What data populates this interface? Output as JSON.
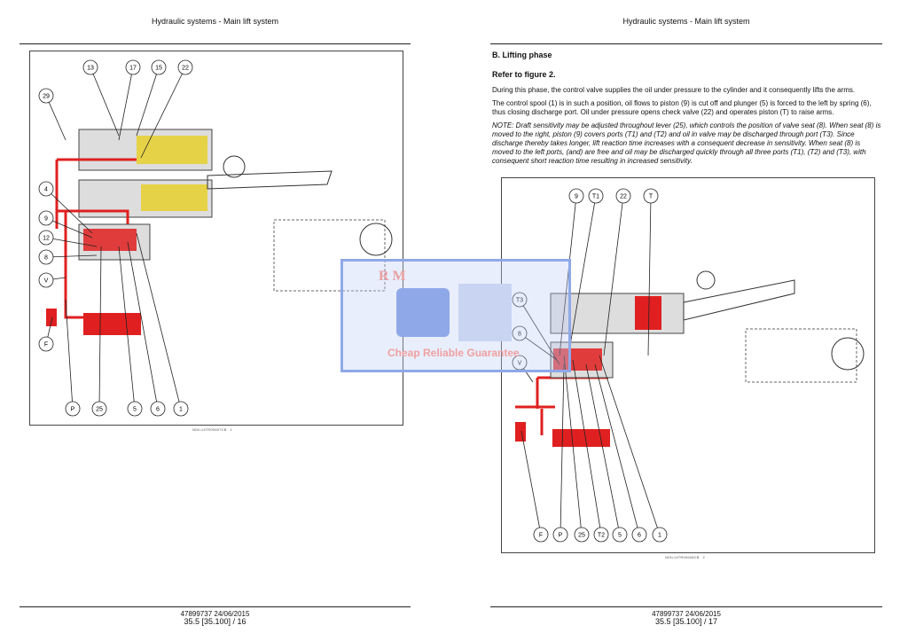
{
  "left_page": {
    "header": "Hydraulic systems - Main lift system",
    "figure_callouts": [
      "13",
      "17",
      "15",
      "22",
      "29",
      "4",
      "9",
      "12",
      "8",
      "V",
      "F",
      "P",
      "25",
      "5",
      "6",
      "1"
    ],
    "figure_caption": "NDIL14TR00607CB",
    "figure_number": "1",
    "footer_doc": "47899737 24/06/2015",
    "footer_page": "35.5 [35.100] / 16"
  },
  "right_page": {
    "header": "Hydraulic systems - Main lift system",
    "section_title": "B. Lifting phase",
    "subtitle": "Refer to figure 2.",
    "para1": "During this phase, the control valve supplies the oil under pressure to the cylinder and it consequently lifts the arms.",
    "para2": "The control spool (1) is in such a position, oil flows to piston (9) is cut off and plunger (5) is forced to the left by spring (6), thus closing discharge port. Oil under pressure opens check valve (22) and operates piston (T) to raise arms.",
    "note": "NOTE: Draft sensitivity may be adjusted throughout lever (25), which controls the position of valve seat (8). When seat (8) is moved to the right, piston (9) covers ports (T1) and (T2) and oil in valve may be discharged through port (T3). Since discharge thereby takes longer, lift reaction time increases with a consequent decrease in sensitivity. When seat (8) is moved to the left ports, (and) are free and oil may be discharged quickly through all three ports (T1), (T2) and (T3), with consequent short reaction time resulting in increased sensitivity.",
    "figure_callouts_top": [
      "9",
      "T1",
      "22",
      "T"
    ],
    "figure_callouts_left": [
      "T3",
      "8",
      "V"
    ],
    "figure_callouts_bottom": [
      "F",
      "P",
      "25",
      "T2",
      "5",
      "6",
      "1"
    ],
    "figure_caption": "NDIL14TR00608CB",
    "figure_number": "2",
    "footer_doc": "47899737 24/06/2015",
    "footer_page": "35.5 [35.100] / 17"
  },
  "watermark": {
    "logo_text": "R M",
    "tagline": "Cheap Reliable Guarantee"
  },
  "colors": {
    "oil_pressure": "#e02020",
    "oil_low": "#e8d020",
    "watermark": "#8fa8e8"
  }
}
